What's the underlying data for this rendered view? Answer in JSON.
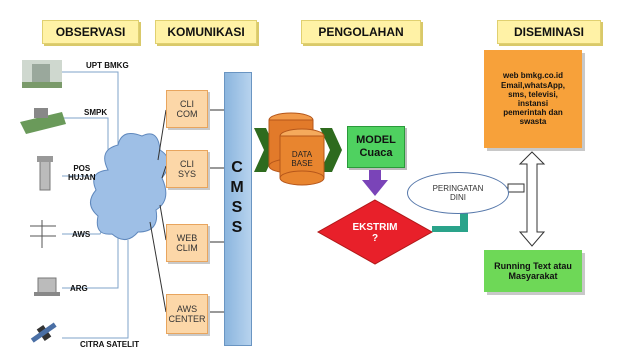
{
  "headers": {
    "observasi": "OBSERVASI",
    "komunikasi": "KOMUNIKASI",
    "pengolahan": "PENGOLAHAN",
    "diseminasi": "DISEMINASI"
  },
  "sources": [
    {
      "label": "UPT BMKG"
    },
    {
      "label": "SMPK"
    },
    {
      "label": "POS\nHUJAN"
    },
    {
      "label": "AWS"
    },
    {
      "label": "ARG"
    },
    {
      "label": "CITRA SATELIT"
    }
  ],
  "komunikasi_boxes": [
    {
      "label": "CLI\nCOM"
    },
    {
      "label": "CLI\nSYS"
    },
    {
      "label": "WEB\nCLIM"
    },
    {
      "label": "AWS\nCENTER"
    }
  ],
  "cms": [
    "C",
    "M",
    "S",
    "S"
  ],
  "database": {
    "label": "DATA\nBASE"
  },
  "model": {
    "label": "MODEL\nCuaca"
  },
  "ekstrim": {
    "label": "EKSTRIM\n?"
  },
  "peringatan": {
    "label": "PERINGATAN\nDINI"
  },
  "diseminasi_info": {
    "label": "web bmkg.co.id\nEmail,whatsApp,\nsms, televisi,\ninstansi\npemerintah dan\nswasta"
  },
  "running_text": {
    "label": "Running Text atau\nMasyarakat"
  },
  "colors": {
    "header_bg": "#fff2a6",
    "kom_box": "#fcd7a8",
    "cms": "#8bb5de",
    "database": "#e27a2a",
    "model": "#4fd160",
    "ekstrim": "#e8202a",
    "diseminasi": "#f7a13a",
    "running": "#6ed857",
    "arrow_green": "#2e6b1e",
    "arrow_purple": "#7a44b8"
  }
}
